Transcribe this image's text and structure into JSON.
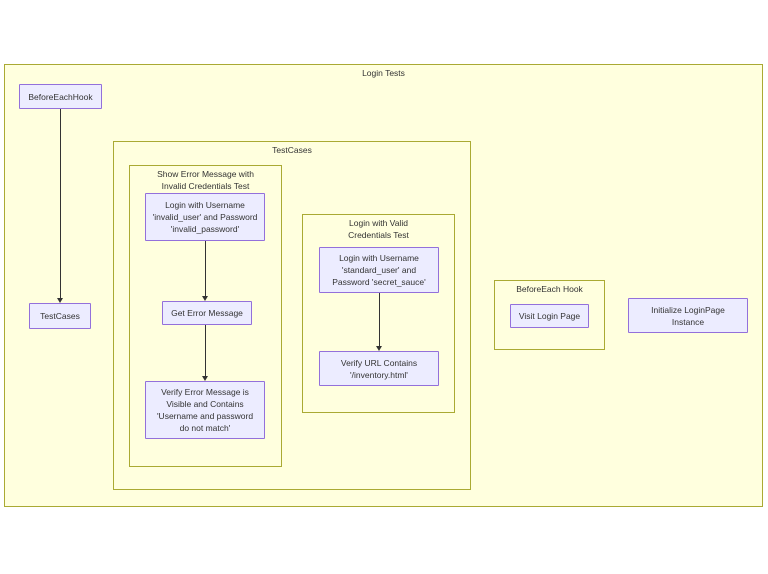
{
  "diagram": {
    "type": "flowchart",
    "direction": "top-down"
  },
  "colors": {
    "cluster_fill": "#ffffde",
    "cluster_border": "#aaaa33",
    "node_fill": "#ececff",
    "node_border": "#9370db",
    "text": "#333333",
    "edge": "#333333",
    "page_background": "#ffffff"
  },
  "clusters": {
    "login_tests": {
      "label": "Login Tests"
    },
    "test_cases": {
      "label": "TestCases"
    },
    "invalid_test": {
      "label": "Show Error Message with\nInvalid Credentials Test"
    },
    "valid_test": {
      "label": "Login with Valid\nCredentials Test"
    },
    "before_each": {
      "label": "BeforeEach Hook"
    }
  },
  "nodes": {
    "before_each_hook": {
      "label": "BeforeEachHook"
    },
    "test_cases_node": {
      "label": "TestCases"
    },
    "login_invalid": {
      "label": "Login with Username\n'invalid_user' and Password\n'invalid_password'"
    },
    "get_error": {
      "label": "Get Error Message"
    },
    "verify_error": {
      "label": "Verify Error Message is\nVisible and Contains\n'Username and password\ndo not match'"
    },
    "login_valid": {
      "label": "Login with Username\n'standard_user' and\nPassword 'secret_sauce'"
    },
    "verify_url": {
      "label": "Verify URL Contains\n'/inventory.html'"
    },
    "visit_login": {
      "label": "Visit Login Page"
    },
    "init_loginpage": {
      "label": "Initialize LoginPage\nInstance"
    }
  },
  "edges": [
    {
      "from": "before_each_hook",
      "to": "test_cases_node"
    },
    {
      "from": "login_invalid",
      "to": "get_error"
    },
    {
      "from": "get_error",
      "to": "verify_error"
    },
    {
      "from": "login_valid",
      "to": "verify_url"
    }
  ]
}
